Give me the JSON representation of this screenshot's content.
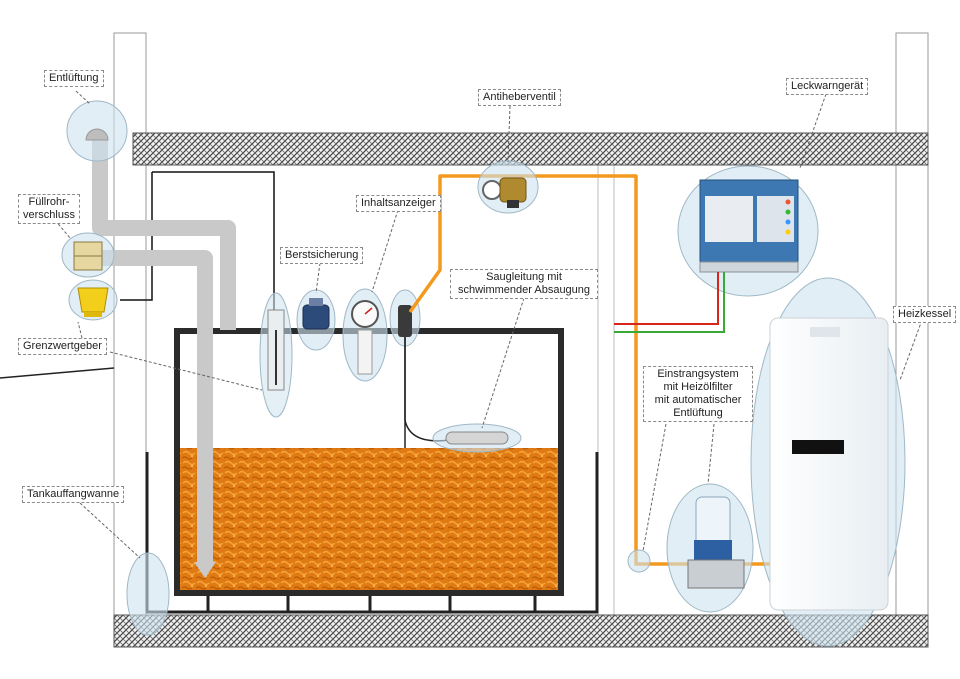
{
  "labels": {
    "entlueftung": "Entlüftung",
    "fuellrohr_line1": "Füllrohr-",
    "fuellrohr_line2": "verschluss",
    "grenzwertgeber": "Grenzwertgeber",
    "tankauffangwanne": "Tankauffangwanne",
    "berstsicherung": "Berstsicherung",
    "inhaltsanzeiger": "Inhaltsanzeiger",
    "antiheberventil": "Antiheberventil",
    "saugleitung_line1": "Saugleitung mit",
    "saugleitung_line2": "schwimmender Absaugung",
    "leckwarngeraet": "Leckwarngerät",
    "heizkessel": "Heizkessel",
    "einstrang_line1": "Einstrangsystem",
    "einstrang_line2": "mit Heizölfilter",
    "einstrang_line3": "mit automatischer",
    "einstrang_line4": "Entlüftung"
  },
  "colors": {
    "oil_fill": "#e07a12",
    "oil_line": "#f39a1e",
    "vent_pipe": "#c9c9c9",
    "tank_wall": "#2b2b2b",
    "wire_red": "#d9261c",
    "wire_green": "#3aa935",
    "highlight": "#cfe3ef"
  },
  "icons": [
    "vent-cap-icon",
    "fill-cap-icon",
    "limit-sensor-icon",
    "burst-protection-icon",
    "gauge-icon",
    "anti-siphon-valve-icon",
    "leak-detector-icon",
    "boiler-icon",
    "oil-filter-icon",
    "float-icon"
  ]
}
